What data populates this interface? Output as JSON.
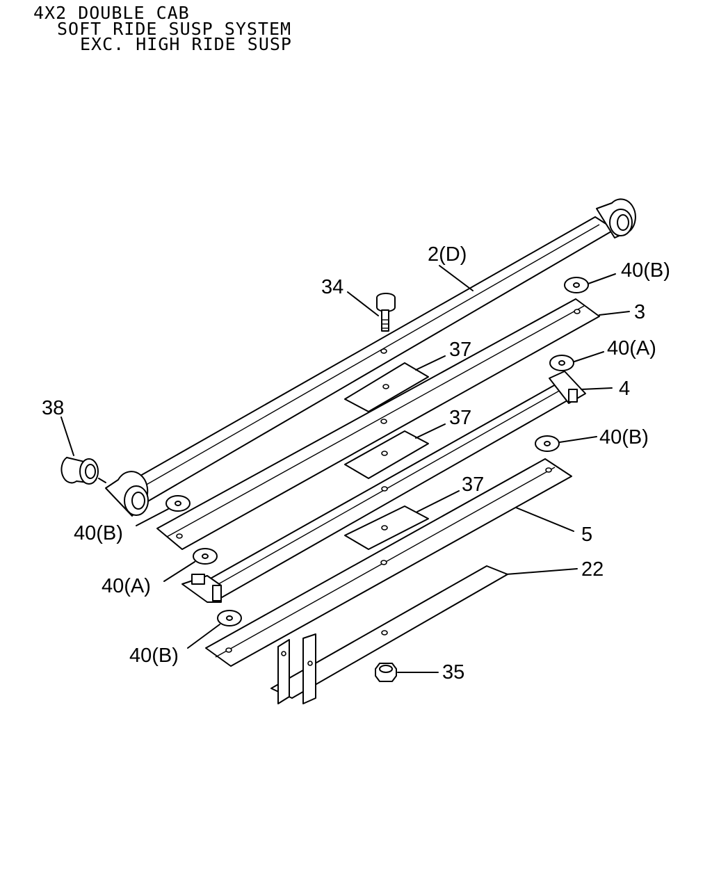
{
  "header": {
    "line1": "4X2 DOUBLE CAB",
    "line2": "SOFT RIDE SUSP SYSTEM",
    "line3": "EXC. HIGH RIDE SUSP"
  },
  "callouts": {
    "c_2d": "2(D)",
    "c_34": "34",
    "c_40b_top": "40(B)",
    "c_3": "3",
    "c_37_a": "37",
    "c_40a_top": "40(A)",
    "c_4": "4",
    "c_37_b": "37",
    "c_40b_mid": "40(B)",
    "c_38": "38",
    "c_37_c": "37",
    "c_40b_left": "40(B)",
    "c_5": "5",
    "c_40a_left": "40(A)",
    "c_22": "22",
    "c_40b_bottom": "40(B)",
    "c_35": "35"
  }
}
